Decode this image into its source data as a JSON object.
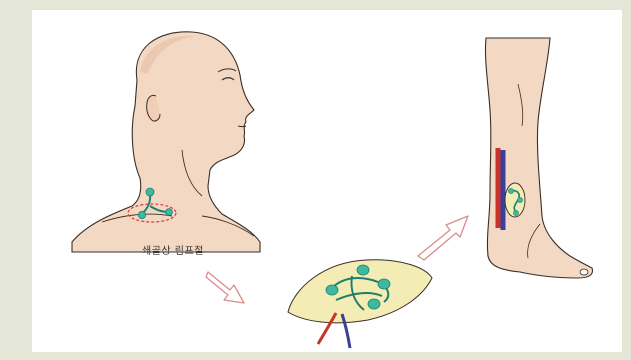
{
  "labels": {
    "node_caption": "쇄골상 림프절"
  },
  "colors": {
    "page_background": "#e4e6d8",
    "panel_background": "#ffffff",
    "skin": "#f3d9c4",
    "skin_shadow": "#e4bea4",
    "outline": "#3a2e28",
    "lymph_node": "#3fb8a0",
    "lymph_node_dark": "#1f7f6c",
    "artery": "#c8342c",
    "vein": "#3a3f9a",
    "flap_fill": "#f3ecb4",
    "arrow_outline": "#d98d8d",
    "dashed_circle": "#d83a3a"
  },
  "icons": {
    "flow_arrow_1": "hollow-right-arrow",
    "flow_arrow_2": "hollow-right-arrow"
  }
}
